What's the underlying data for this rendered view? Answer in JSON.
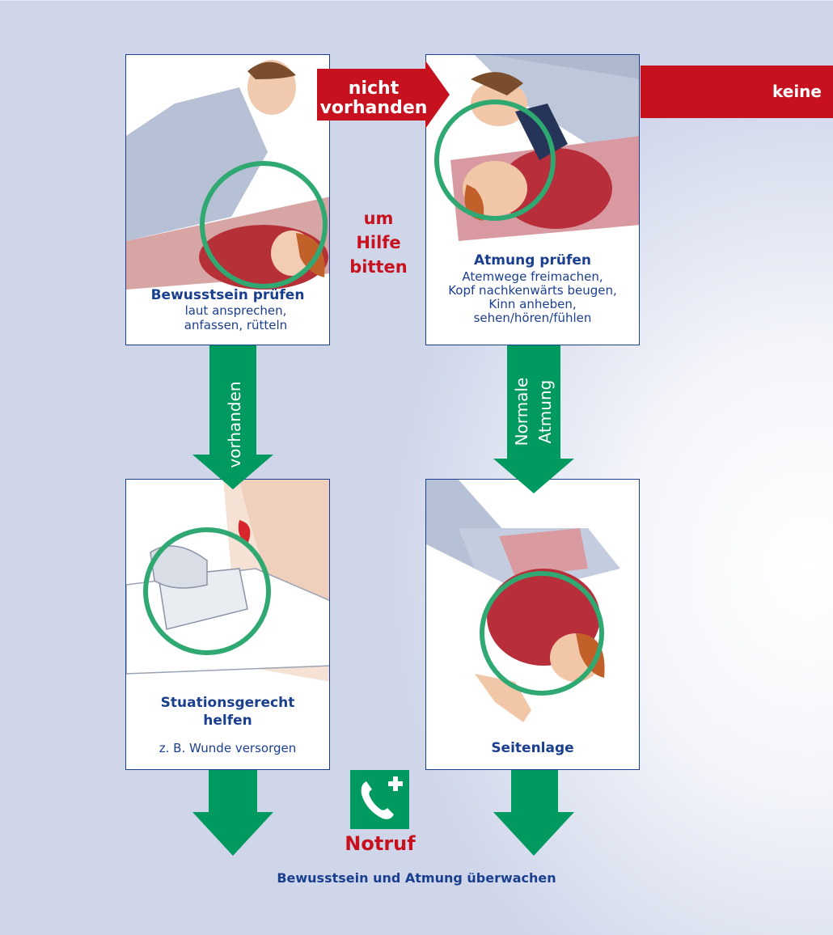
{
  "colors": {
    "green": "#009960",
    "red": "#c8111f",
    "blue": "#1b3f8f",
    "circle": "#2fa872"
  },
  "cards": {
    "consciousness": {
      "title": "Bewusstsein prüfen",
      "lines": [
        "laut ansprechen,",
        "anfassen, rütteln"
      ]
    },
    "breathing": {
      "title": "Atmung prüfen",
      "lines": [
        "Atemwege freimachen,",
        "Kopf nachkenwärts beugen,",
        "Kinn anheben,",
        "sehen/hören/fühlen"
      ]
    },
    "help": {
      "title_lines": [
        "Stuationsgerecht",
        "helfen"
      ],
      "text": "z. B. Wunde versorgen"
    },
    "recovery": {
      "title": "Seitenlage"
    }
  },
  "labels": {
    "not_present": [
      "nicht",
      "vorhanden"
    ],
    "ask_help": [
      "um",
      "Hilfe",
      "bitten"
    ],
    "none": "keine",
    "present": "vorhanden",
    "normal_breathing": [
      "Normale",
      "Atmung"
    ],
    "emergency_call": "Notruf",
    "footer": "Bewusstsein und Atmung überwachen"
  },
  "icons": [
    "phone-icon",
    "first-aid-cross-icon"
  ]
}
